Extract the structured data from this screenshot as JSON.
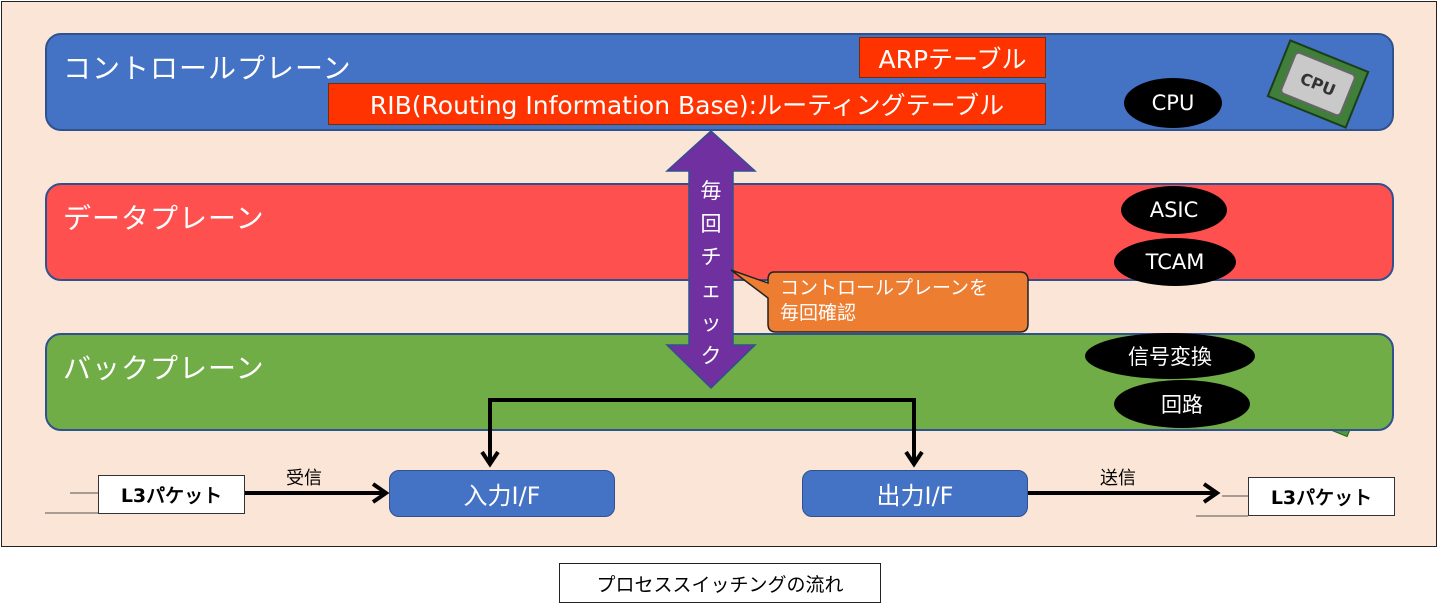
{
  "caption": "プロセススイッチングの流れ",
  "control_plane": {
    "title": "コントロールプレーン",
    "arp_table": "ARPテーブル",
    "rib": "RIB(Routing Information Base):ルーティングテーブル",
    "component": "CPU",
    "icon": "cpu-chip-icon"
  },
  "data_plane": {
    "title": "データプレーン",
    "components": [
      "ASIC",
      "TCAM"
    ],
    "icon": "ic-chip-icon"
  },
  "back_plane": {
    "title": "バックプレーン",
    "components": [
      "信号変換",
      "回路"
    ],
    "icon": "motherboard-icon"
  },
  "check_arrow": {
    "label_chars": [
      "毎",
      "回",
      "チ",
      "ェ",
      "ッ",
      "ク"
    ],
    "callout_lines": [
      "コントロールプレーンを",
      "毎回確認"
    ]
  },
  "flow": {
    "input_packet": "L3パケット",
    "receive_label": "受信",
    "input_if": "入力I/F",
    "output_if": "出力I/F",
    "send_label": "送信",
    "output_packet": "L3パケット"
  },
  "colors": {
    "control": "#4472c4",
    "data": "#ff5050",
    "back": "#70ad47",
    "arrow": "#7030a0",
    "callout": "#ed7d31",
    "table": "#ff3300"
  }
}
